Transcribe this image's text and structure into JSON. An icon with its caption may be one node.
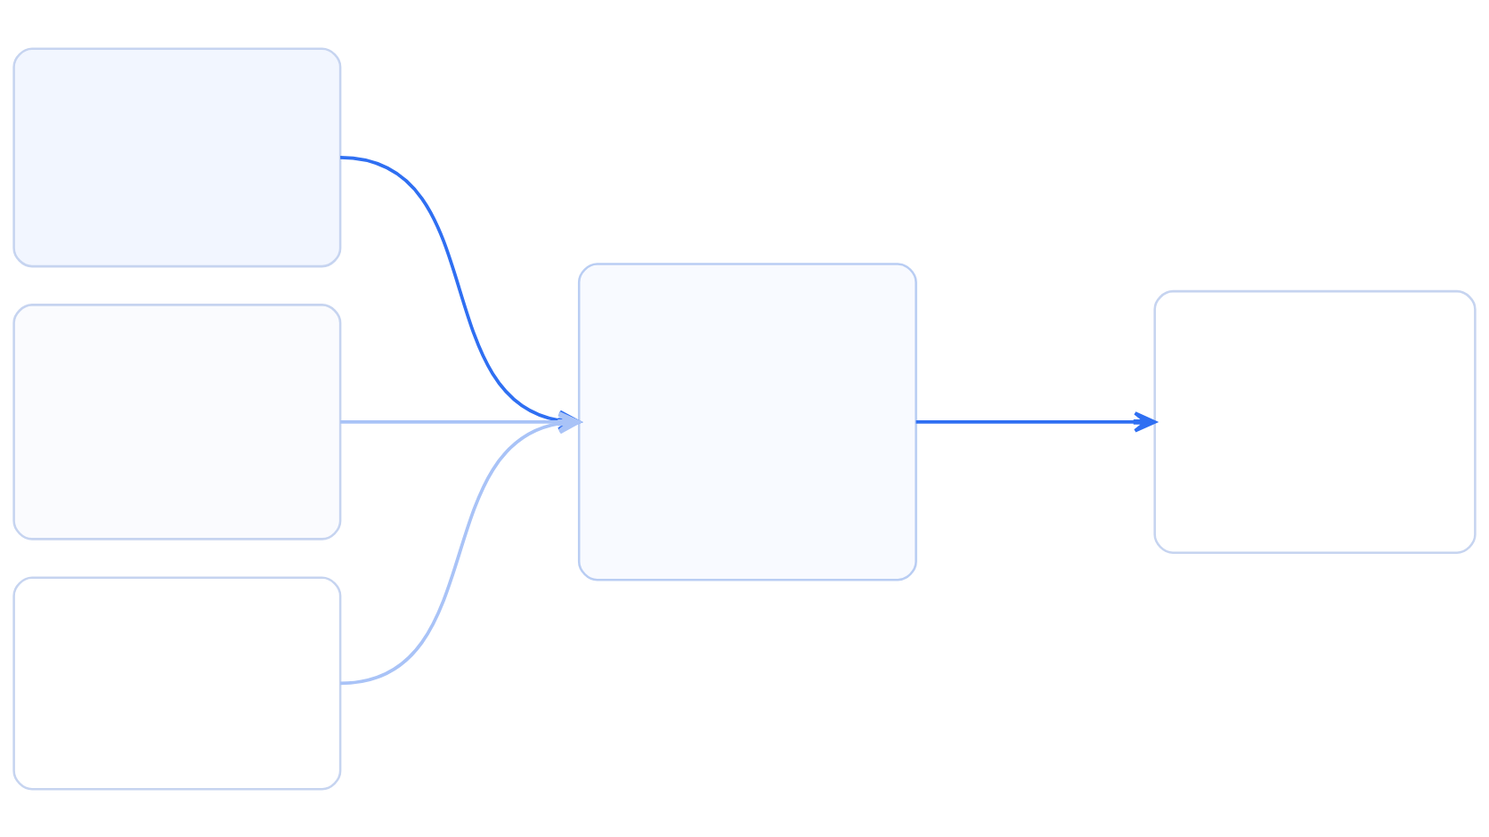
{
  "diagram": {
    "nodes": [
      {
        "text": [],
        "shape": "box"
      },
      {
        "text": [],
        "shape": "box"
      },
      {
        "text": [],
        "shape": "box"
      },
      {
        "text": [],
        "shape": "box"
      },
      {
        "text": [],
        "shape": "box"
      }
    ],
    "edges": [
      {
        "from": 0,
        "to": 3,
        "arrow": "to",
        "color": "#2f6ff2"
      },
      {
        "from": 1,
        "to": 3,
        "arrow": "to",
        "color": "#a9c3f7"
      },
      {
        "from": 2,
        "to": 3,
        "arrow": "to",
        "color": "#a9c3f7"
      },
      {
        "from": 3,
        "to": 4,
        "arrow": "to",
        "color": "#2f6ff2"
      }
    ]
  }
}
